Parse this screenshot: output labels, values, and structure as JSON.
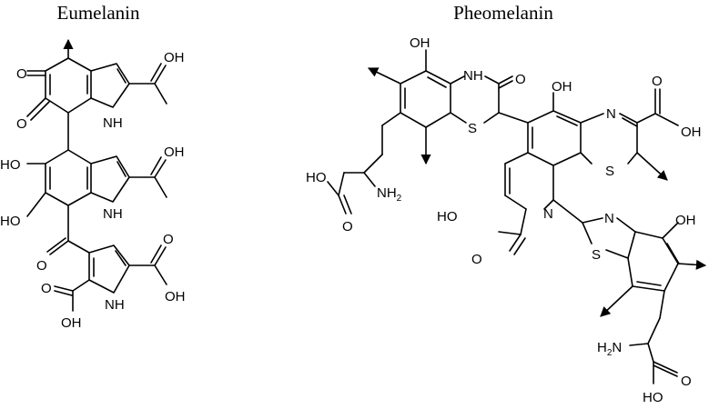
{
  "titles": {
    "eumelanin": "Eumelanin",
    "pheomelanin": "Pheomelanin"
  },
  "eumelanin_labels": {
    "o_top": "O",
    "o_mid": "O",
    "oh_c1": "OH",
    "nh_1": "NH",
    "ho_a": "HO",
    "ho_b": "HO",
    "oh_c2": "OH",
    "nh_2": "NH",
    "o_keto": "O",
    "o_c3": "O",
    "nh_3": "NH",
    "oh_c3": "OH",
    "o_c4": "O",
    "oh_c4": "OH"
  },
  "pheomelanin_labels": {
    "oh_top": "OH",
    "nh_top": "NH",
    "o_top": "O",
    "oh_mid": "OH",
    "n_mid": "N",
    "o_c1": "O",
    "oh_c1": "OH",
    "s_1": "S",
    "s_2": "S",
    "ho_side": "HO",
    "nh2_side": "NH",
    "nh2_sub": "2",
    "o_side": "O",
    "ho_c2": "HO",
    "n_py": "N",
    "o_c2": "O",
    "n_thz": "N",
    "oh_benz": "OH",
    "s_thz": "S",
    "h2n_bot": "H",
    "h2n_sub": "2",
    "h2n_n": "N",
    "o_bot": "O",
    "ho_bot": "HO"
  }
}
